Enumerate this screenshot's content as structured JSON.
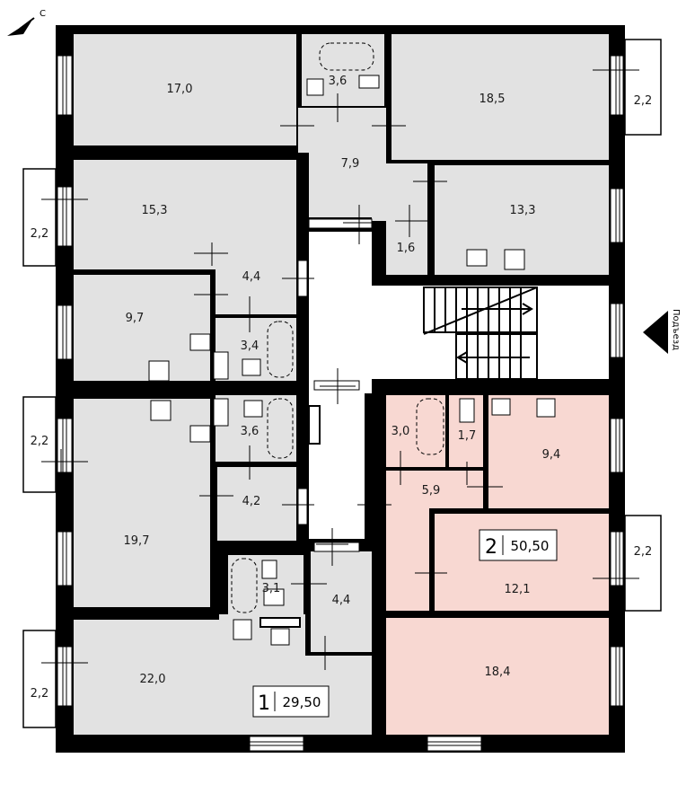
{
  "compass": {
    "letter": "С"
  },
  "entrance": {
    "label": "Подъезд"
  },
  "colors": {
    "wall": "#000000",
    "room": "#e2e2e2",
    "highlight": "#f8d8d2",
    "hall": "#ffffff"
  },
  "rooms": {
    "r17_0": "17,0",
    "r3_6a": "3,6",
    "r18_5": "18,5",
    "r7_9": "7,9",
    "r15_3": "15,3",
    "r13_3": "13,3",
    "r1_6": "1,6",
    "r4_4a": "4,4",
    "r9_7": "9,7",
    "r3_4": "3,4",
    "r3_6b": "3,6",
    "r3_0": "3,0",
    "r1_7": "1,7",
    "r9_4": "9,4",
    "r5_9": "5,9",
    "r19_7": "19,7",
    "r4_2": "4,2",
    "r12_1": "12,1",
    "r3_1": "3,1",
    "r4_4b": "4,4",
    "r22_0": "22,0",
    "r18_4": "18,4"
  },
  "balconies": {
    "b_top_right": "2,2",
    "b_left_1": "2,2",
    "b_left_2": "2,2",
    "b_mid_right": "2,2",
    "b_left_3": "2,2"
  },
  "apartments": [
    {
      "number": "1",
      "area": "29,50"
    },
    {
      "number": "2",
      "area": "50,50"
    }
  ]
}
